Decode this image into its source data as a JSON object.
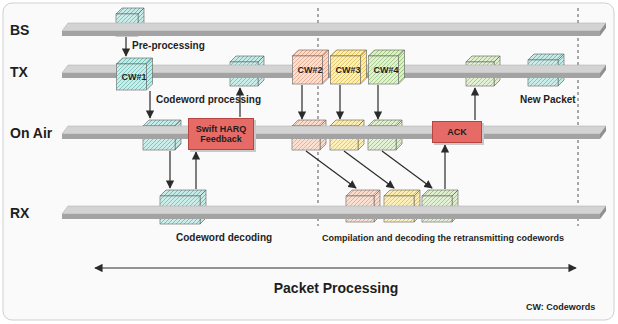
{
  "diagram": {
    "nodes": [
      {
        "text": [
          "BS"
        ]
      },
      {
        "text": [
          "TX"
        ]
      },
      {
        "text": [
          "On Air"
        ]
      },
      {
        "text": [
          "RX"
        ]
      },
      {
        "text": [
          "CW#1"
        ]
      },
      {
        "text": [
          "Swift HARQ Feedback"
        ]
      },
      {
        "text": [
          "CW#2"
        ]
      },
      {
        "text": [
          "CW#3"
        ]
      },
      {
        "text": [
          "CW#4"
        ]
      },
      {
        "text": [
          "ACK"
        ]
      }
    ],
    "labels": [
      "Pre-processing",
      "Codeword processing",
      "Codeword decoding",
      "Compilation and decoding the retransmitting codewords",
      "New Packet",
      "Packet Processing",
      "CW: Codewords"
    ]
  }
}
